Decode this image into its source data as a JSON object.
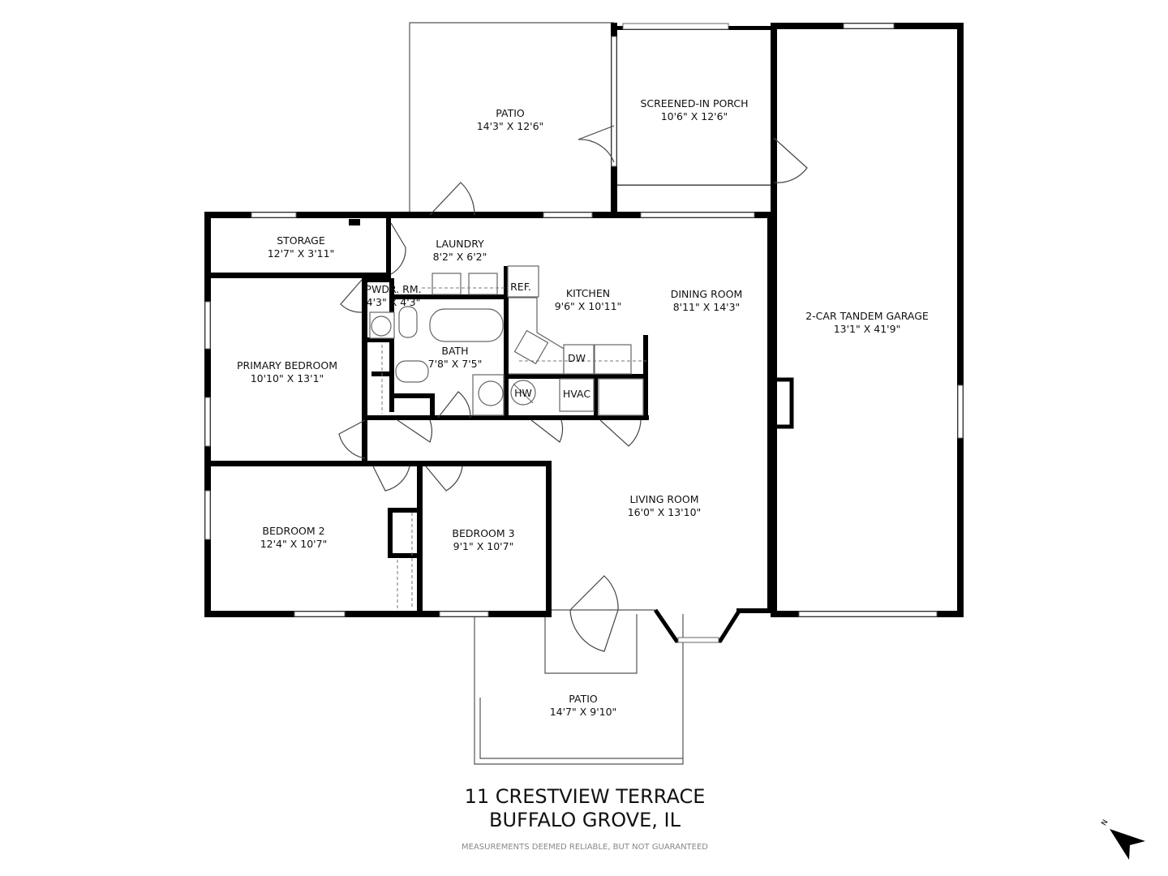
{
  "plan": {
    "rooms": [
      {
        "name": "PATIO",
        "size": "14'3\" X 12'6\""
      },
      {
        "name": "SCREENED-IN PORCH",
        "size": "10'6\" X 12'6\""
      },
      {
        "name": "2-CAR TANDEM GARAGE",
        "size": "13'1\" X 41'9\""
      },
      {
        "name": "STORAGE",
        "size": "12'7\" X 3'11\""
      },
      {
        "name": "LAUNDRY",
        "size": "8'2\" X 6'2\""
      },
      {
        "name": "PWDR. RM.",
        "size": "4'3\" X 4'3\""
      },
      {
        "name": "KITCHEN",
        "size": "9'6\" X 10'11\""
      },
      {
        "name": "DINING ROOM",
        "size": "8'11\" X 14'3\""
      },
      {
        "name": "BATH",
        "size": "7'8\" X 7'5\""
      },
      {
        "name": "PRIMARY BEDROOM",
        "size": "10'10\" X 13'1\""
      },
      {
        "name": "LIVING ROOM",
        "size": "16'0\" X 13'10\""
      },
      {
        "name": "BEDROOM 2",
        "size": "12'4\" X 10'7\""
      },
      {
        "name": "BEDROOM 3",
        "size": "9'1\" X 10'7\""
      },
      {
        "name": "PATIO",
        "size": "14'7\" X 9'10\""
      }
    ],
    "fixtures": {
      "ref": "REF.",
      "dw": "DW",
      "hw": "HW",
      "hvac": "HVAC"
    }
  },
  "footer": {
    "address_line1": "11 CRESTVIEW TERRACE",
    "address_line2": "BUFFALO GROVE, IL",
    "disclaimer": "MEASUREMENTS DEEMED RELIABLE, BUT NOT GUARANTEED"
  },
  "compass": {
    "label": "N",
    "icon": "north-arrow-icon"
  }
}
